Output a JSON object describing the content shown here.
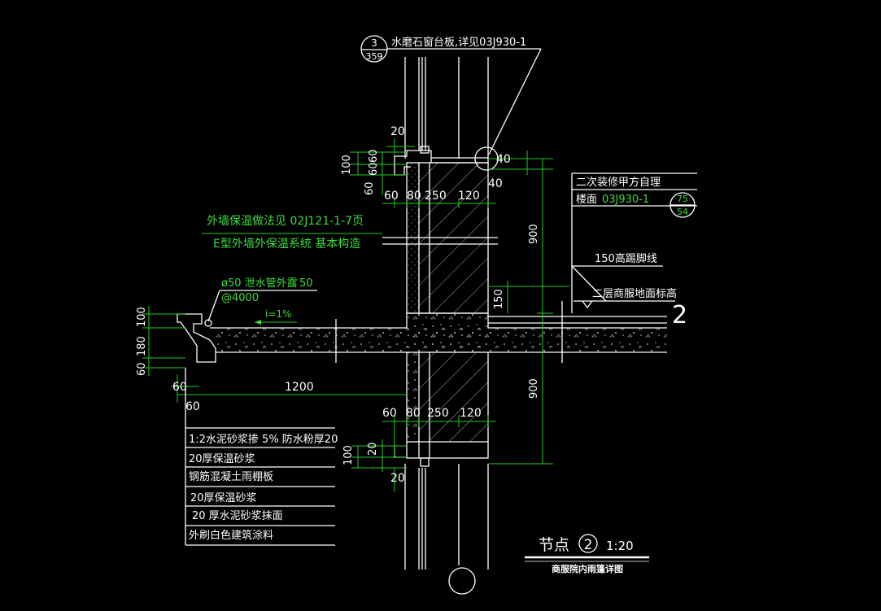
{
  "top_callout": {
    "bubble_top": "3",
    "bubble_bottom": "359",
    "text": "水磨石窗台板,详见03J930-1"
  },
  "right_callout": {
    "line1": "二次装修甲方自理",
    "line2_prefix": "楼面",
    "line2_ref": "03J930-1",
    "bubble_top": "75",
    "bubble_bottom": "54"
  },
  "skirting_note": "150高踢脚线",
  "floor_note": "二层商服地面标高",
  "level_marker": "2",
  "insulation_note": {
    "line1": "外墙保温做法见 02J121-1-7页",
    "line2": "E型外墙外保温系统 基本构造"
  },
  "drain_note": {
    "line1_prefix": "ø50 泄水管外露",
    "line1_value": "50",
    "line2": "@4000",
    "slope": "i=1%"
  },
  "dimensions": {
    "top_20": "20",
    "left_100": "100",
    "left_60a": "60",
    "left_60b": "60",
    "left_60c": "60",
    "row_60": "60",
    "row_80": "80",
    "row_250": "250",
    "row_120": "120",
    "right_40a": "40",
    "right_40b": "40",
    "v_900_top": "900",
    "v_900_bottom": "900",
    "v_150": "150",
    "canopy_100": "100",
    "canopy_180": "180",
    "canopy_60": "60",
    "bottom_60a": "60",
    "bottom_60b": "60",
    "span_1200": "1200",
    "low_60": "60",
    "low_80": "80",
    "low_250": "250",
    "low_120": "120",
    "low_100": "100",
    "low_20a": "20",
    "low_20b": "20"
  },
  "layers": [
    "1:2水泥砂浆掺 5% 防水粉厚20",
    "20厚保温砂浆",
    "钢筋混凝土雨棚板",
    "20厚保温砂浆",
    "20 厚水泥砂浆抹面",
    "外刷白色建筑涂料"
  ],
  "title": {
    "label": "节点",
    "number": "2",
    "scale": "1:20",
    "subtitle": "商服院内雨篷详图"
  }
}
